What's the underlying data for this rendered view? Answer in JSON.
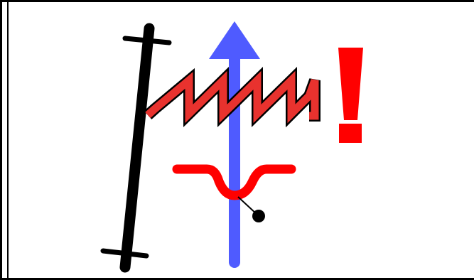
{
  "diagram": {
    "symbols": [
      {
        "name": "slanted-bar",
        "color": "#000000"
      },
      {
        "name": "blue-up-arrow",
        "color": "#4f5bff"
      },
      {
        "name": "red-sawtooth-wave",
        "color": "#e8322e"
      },
      {
        "name": "red-dip-curve",
        "color": "#ff0000"
      },
      {
        "name": "black-dot-pointer",
        "color": "#000000"
      },
      {
        "name": "exclamation-mark",
        "color": "#ff0000"
      }
    ],
    "exclamation": "!"
  }
}
